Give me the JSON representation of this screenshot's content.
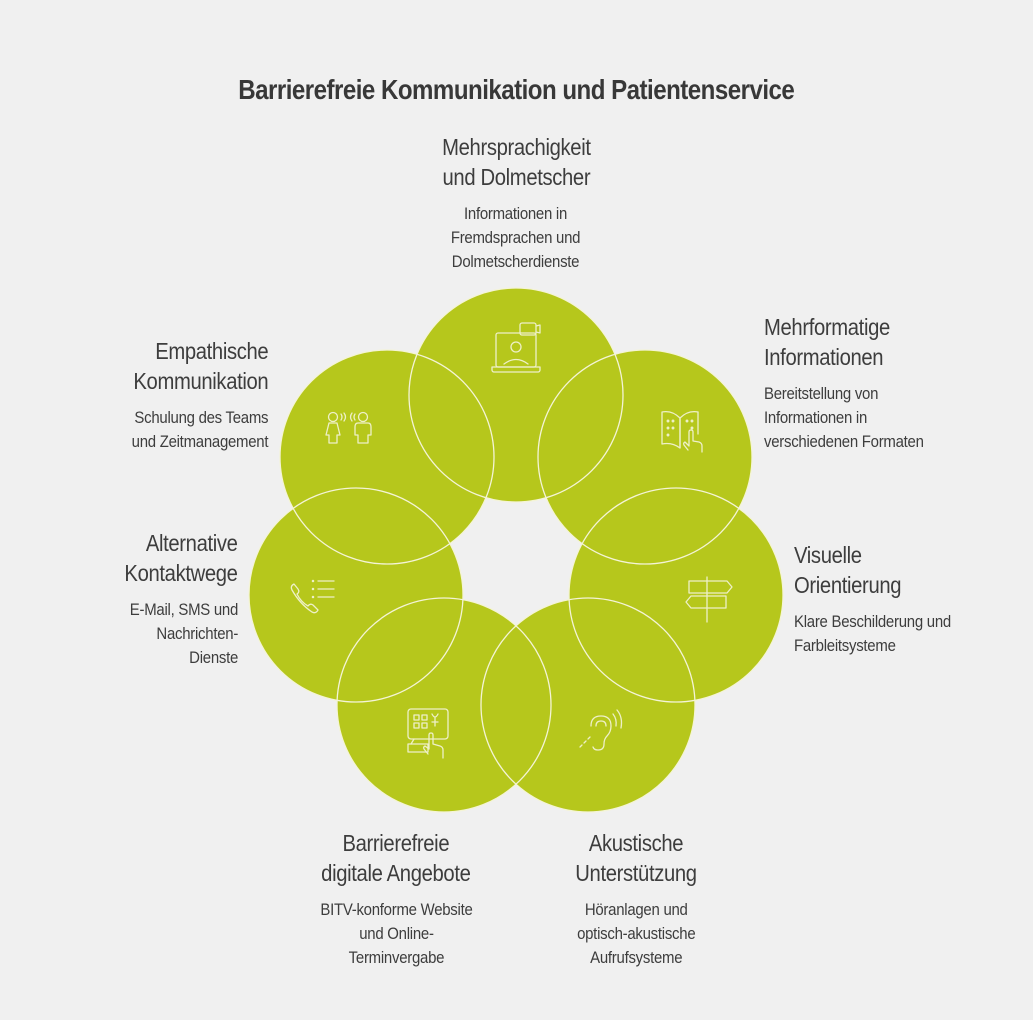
{
  "title": "Barrierefreie Kommunikation und Patientenservice",
  "colors": {
    "background": "#f0f0f0",
    "circle_fill": "#b6c71c",
    "circle_stroke": "#f4f4d6",
    "text": "#3b3b3b"
  },
  "items": [
    {
      "heading": "Mehrsprachigkeit\nund Dolmetscher",
      "description": "Informationen in\nFremdsprachen und\nDolmetscherdienste",
      "icon": "video-call-laptop-icon"
    },
    {
      "heading": "Mehrformatige\nInformationen",
      "description": "Bereitstellung von\nInformationen in\nverschiedenen Formaten",
      "icon": "braille-book-icon"
    },
    {
      "heading": "Visuelle\nOrientierung",
      "description": "Klare Beschilderung und\nFarbleitsysteme",
      "icon": "signpost-icon"
    },
    {
      "heading": "Akustische\nUnterstützung",
      "description": "Höranlagen und\noptisch-akustische\nAufrufsysteme",
      "icon": "hearing-ear-icon"
    },
    {
      "heading": "Barrierefreie\ndigitale Angebote",
      "description": "BITV-konforme Website\nund Online-\nTerminvergabe",
      "icon": "touch-keypad-icon"
    },
    {
      "heading": "Alternative\nKontaktwege",
      "description": "E-Mail, SMS und\nNachrichten-\nDienste",
      "icon": "phone-list-icon"
    },
    {
      "heading": "Empathische\nKommunikation",
      "description": "Schulung des Teams\nund Zeitmanagement",
      "icon": "people-talking-icon"
    }
  ]
}
